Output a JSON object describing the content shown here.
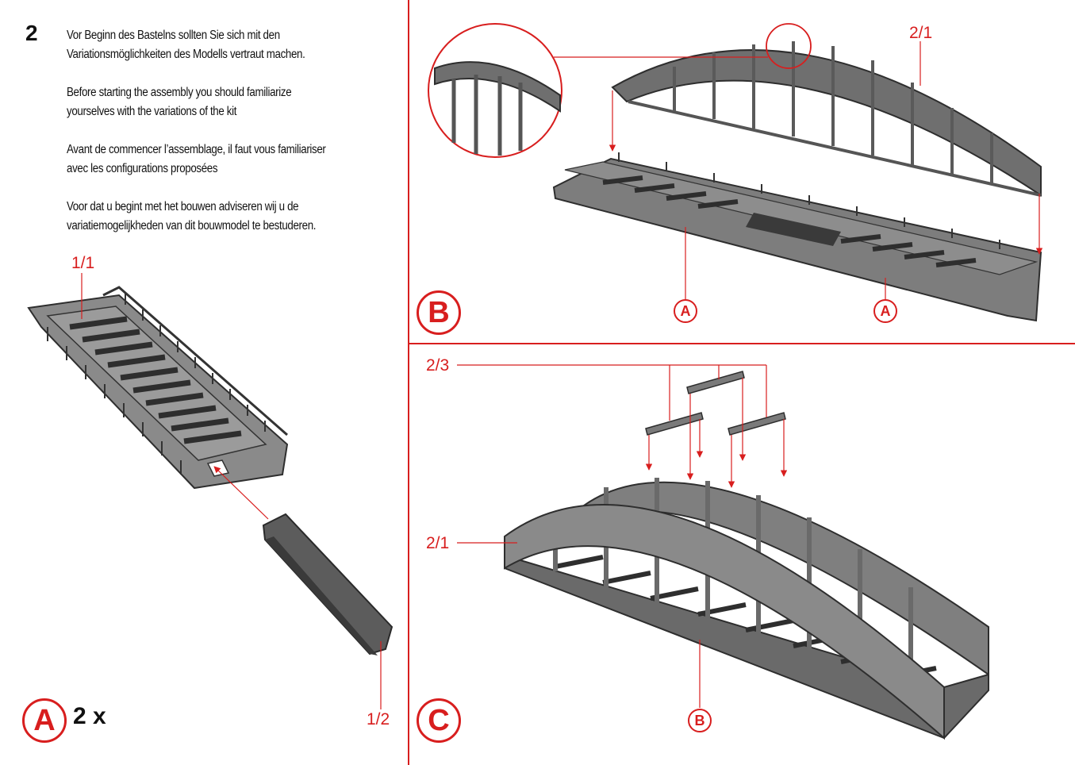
{
  "step": {
    "number": "2"
  },
  "instructions": [
    {
      "lang": "de",
      "text": "Vor Beginn des Bastelns sollten Sie sich mit den Variationsmöglichkeiten des Modells vertraut machen."
    },
    {
      "lang": "en",
      "text": "Before starting the assembly you should familiarize yourselves with the variations of the kit"
    },
    {
      "lang": "fr",
      "text": "Avant de commencer l’assemblage, il faut vous familiariser avec les configurations proposées"
    },
    {
      "lang": "nl",
      "text": "Voor dat u begint met het bouwen adviseren wij u de variatiemogelijkheden van dit bouwmodel te bestuderen."
    }
  ],
  "panel_a": {
    "badge": "A",
    "quantity": "2 x",
    "part_deck": "1/1",
    "part_insert": "1/2"
  },
  "panel_b": {
    "badge": "B",
    "part_arch": "2/1",
    "sub_a_left": "A",
    "sub_a_right": "A"
  },
  "panel_c": {
    "badge": "C",
    "part_braces": "2/3",
    "part_arch": "2/1",
    "sub_b": "B"
  },
  "colors": {
    "accent": "#d81e1e",
    "model_gray": "#6f6f6f",
    "model_dark": "#3a3a3a"
  }
}
